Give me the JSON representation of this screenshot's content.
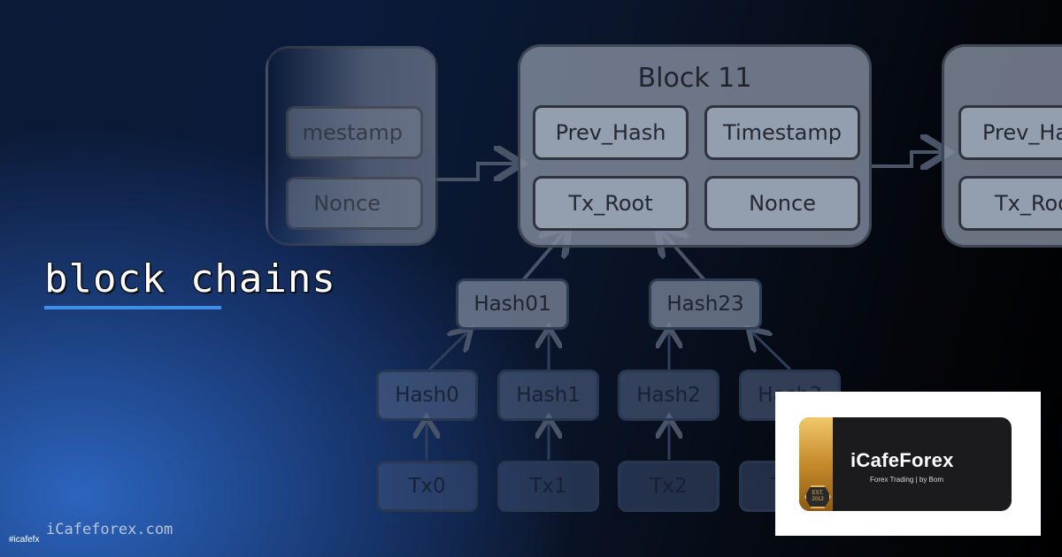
{
  "headline": "block chains",
  "site_url": "iCafeforex.com",
  "hashtag": "#icafefx",
  "diagram": {
    "block_prev": {
      "field_timestamp": "mestamp",
      "field_nonce": "Nonce"
    },
    "block_main": {
      "title": "Block 11",
      "field_prev_hash": "Prev_Hash",
      "field_timestamp": "Timestamp",
      "field_tx_root": "Tx_Root",
      "field_nonce": "Nonce"
    },
    "block_next": {
      "field_prev_hash": "Prev_Ha",
      "field_tx_root": "Tx_Roo"
    },
    "hash_upper": [
      "Hash01",
      "Hash23"
    ],
    "hash_lower": [
      "Hash0",
      "Hash1",
      "Hash2",
      "Hash3"
    ],
    "transactions": [
      "Tx0",
      "Tx1",
      "Tx2",
      "Tx3"
    ]
  },
  "logo": {
    "brand": "iCafeForex",
    "tagline": "Forex Trading | by Bom",
    "badge_line1": "EST.",
    "badge_line2": "2012"
  },
  "colors": {
    "accent_underline": "#3f8fe8",
    "gold": "#e7b955"
  }
}
